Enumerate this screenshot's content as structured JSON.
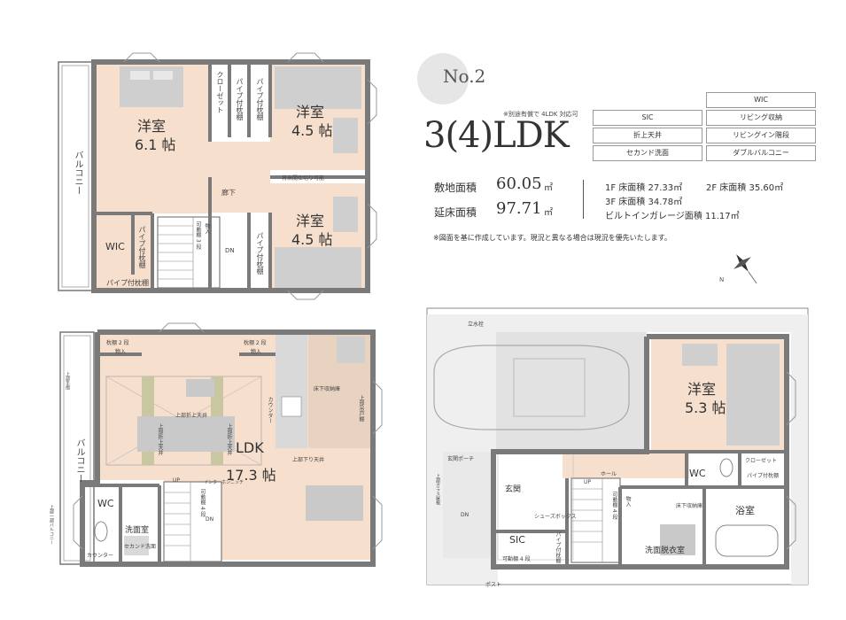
{
  "header": {
    "plan_no": "No.2",
    "layout": "3(4)LDK",
    "layout_note": "※別途有償で 4LDK 対応可"
  },
  "areas": {
    "site_label": "敷地面積",
    "site_value": "60.05",
    "unit": "㎡",
    "total_label": "延床面積",
    "total_value": "97.71",
    "f1": "1F 床面積  27.33㎡",
    "f2": "2F 床面積  35.60㎡",
    "f3": "3F 床面積  34.78㎡",
    "garage": "ビルトインガレージ面積  11.17㎡"
  },
  "note": "※図面を基に作成しています。現況と異なる場合は現況を優先いたします。",
  "tags": [
    "WIC",
    "SIC",
    "リビング収納",
    "折上天井",
    "リビングイン階段",
    "セカンド洗面",
    "ダブルバルコニー"
  ],
  "floor3": {
    "room1_name": "洋室",
    "room1_size": "6.1 帖",
    "room2_name": "洋室",
    "room2_size": "4.5 帖",
    "room3_name": "洋室",
    "room3_size": "4.5 帖",
    "wic": "WIC",
    "closet": "クローゼット",
    "pipe1": "パイプ付枕棚",
    "pipe2": "パイプ付枕棚",
    "pipe3": "パイプ付枕棚",
    "pipe4": "パイプ付枕棚",
    "pipe5": "パイプ付枕棚",
    "hall": "廊下",
    "partition": "将来間仕切り可能",
    "dn": "DN",
    "storage_v": "可動棚 3 段",
    "storage_in": "物入",
    "balcony": "バルコニー"
  },
  "floor2": {
    "ldk_name": "LDK",
    "ldk_size": "17.3 帖",
    "wc": "WC",
    "washroom": "洗面室",
    "counter": "カウンター",
    "second_wash": "セカンド洗面",
    "ceiling1": "上部折上天井",
    "ceiling2": "上部折上天井",
    "ceiling3": "上部折上天井",
    "ceiling4": "上部下り天井",
    "kitchen_counter": "カウンター",
    "underfloor": "床下収納庫",
    "upper_cab": "上部吊戸棚",
    "interphone": "インターホンニッチ",
    "shelf1": "枕棚 2 段",
    "shelf2": "枕棚 2 段",
    "storage_a": "物入",
    "storage_b": "物入",
    "up": "UP",
    "dn": "DN",
    "storage_v": "可動棚 4 段",
    "balcony": "バルコニー",
    "balcony_note": "上部手摺",
    "balcony_note2": "上部一部バルコニー"
  },
  "floor1": {
    "room_name": "洋室",
    "room_size": "5.3 帖",
    "wc": "WC",
    "bath": "浴室",
    "dressing": "洗面脱衣室",
    "entrance": "玄関",
    "entrance_porch": "玄関ポーチ",
    "hall": "ホール",
    "sic": "SIC",
    "sic_shelf": "可動棚 4 段",
    "shoes": "シューズボックス",
    "underfloor": "床下収納庫",
    "closet": "クローゼット",
    "pipe": "パイプ付枕棚",
    "pipe2": "パイプ付枕棚",
    "storage_v": "可動棚 4 段",
    "storage_in": "物入",
    "up": "UP",
    "dn": "DN",
    "post": "ポスト",
    "faucet": "立水栓",
    "gate": "上部ガラス屋根"
  }
}
